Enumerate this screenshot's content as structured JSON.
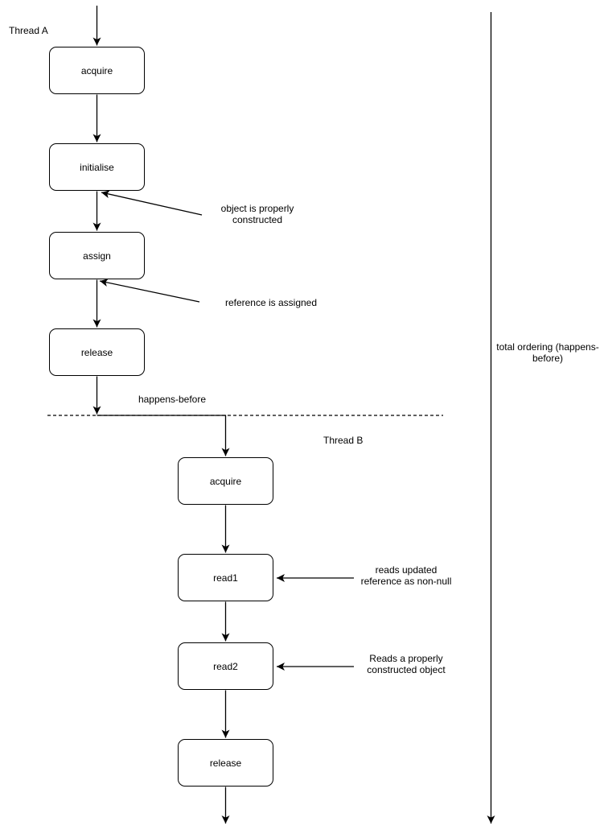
{
  "diagram": {
    "thread_a": {
      "label": "Thread A",
      "nodes": [
        "acquire",
        "initialise",
        "assign",
        "release"
      ]
    },
    "thread_b": {
      "label": "Thread B",
      "nodes": [
        "acquire",
        "read1",
        "read2",
        "release"
      ]
    },
    "annotations": {
      "object_constructed": "object is properly\nconstructed",
      "reference_assigned": "reference is assigned",
      "reads_updated": "reads updated\nreference as non-null",
      "reads_constructed": "Reads a properly\nconstructed object"
    },
    "labels": {
      "happens_before": "happens-before",
      "total_ordering": "total ordering (happens-\nbefore)"
    },
    "colors": {
      "stroke": "#000000",
      "node_fill": "#ffffff",
      "background": "#ffffff"
    }
  }
}
